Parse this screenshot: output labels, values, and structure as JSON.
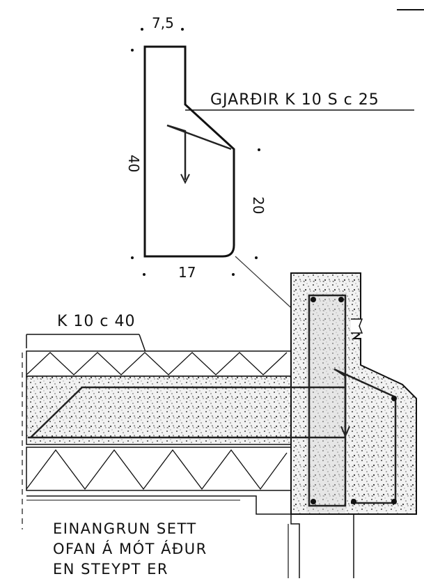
{
  "dimensions": {
    "top_width": "7,5",
    "height": "40",
    "step_height": "20",
    "bottom_width": "17"
  },
  "labels": {
    "stirrups": "GJARÐIR  K 10 S  c 25",
    "slab_bar": "K 10 c 40"
  },
  "note_lines": [
    "EINANGRUN SETT",
    "OFAN Á MÓT ÁÐUR",
    "EN STEYPT ER"
  ]
}
